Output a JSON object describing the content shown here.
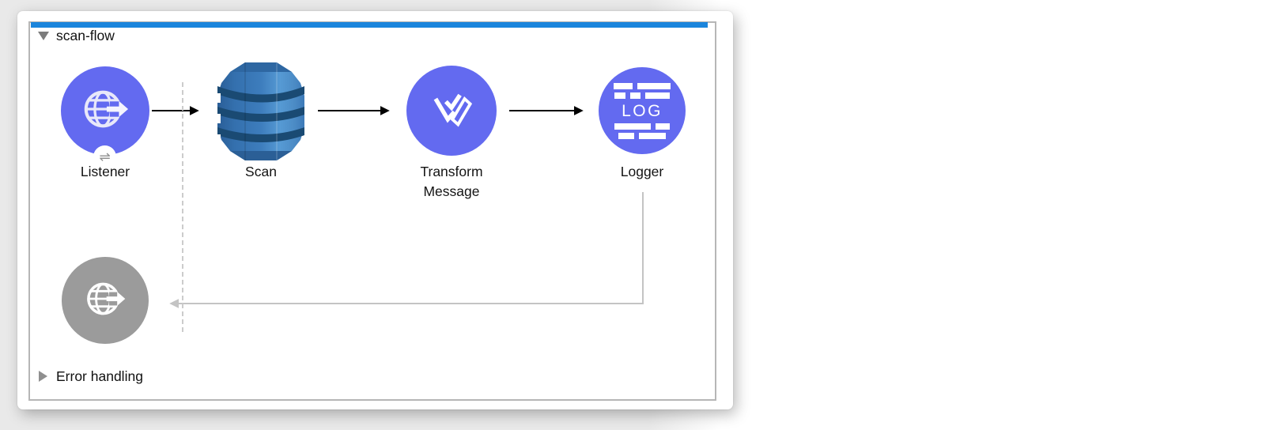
{
  "app": {
    "kind": "mule-flow-editor-canvas"
  },
  "flow": {
    "title": "scan-flow",
    "selected": true,
    "accent_color": "#1b85dc",
    "border_color": "#b6b6b6",
    "error_handling": {
      "label": "Error handling",
      "collapsed": true
    }
  },
  "colors": {
    "node_purple": "#636af0",
    "node_disabled_gray": "#9b9b9b",
    "dynamodb_body_blue": "#3d7dbd",
    "dynamodb_band_navy": "#1a4a73",
    "connector_black": "#000000",
    "connector_response_gray": "#c4c4c4",
    "scope_dashed_gray": "#cccccc"
  },
  "nodes": [
    {
      "id": "listener",
      "label": "Listener",
      "icon": "http-listener-globe-icon",
      "color": "#636af0",
      "badge_glyph": "⇌"
    },
    {
      "id": "scan",
      "label": "Scan",
      "icon": "dynamodb-icon"
    },
    {
      "id": "transform-message",
      "label": "Transform Message",
      "icon": "dataweave-icon",
      "color": "#636af0"
    },
    {
      "id": "logger",
      "label": "Logger",
      "icon": "log-lines-icon",
      "icon_text": "LOG",
      "color": "#636af0"
    },
    {
      "id": "error-response-source",
      "label": "",
      "icon": "http-listener-globe-icon",
      "color": "#9b9b9b",
      "disabled": true
    }
  ]
}
